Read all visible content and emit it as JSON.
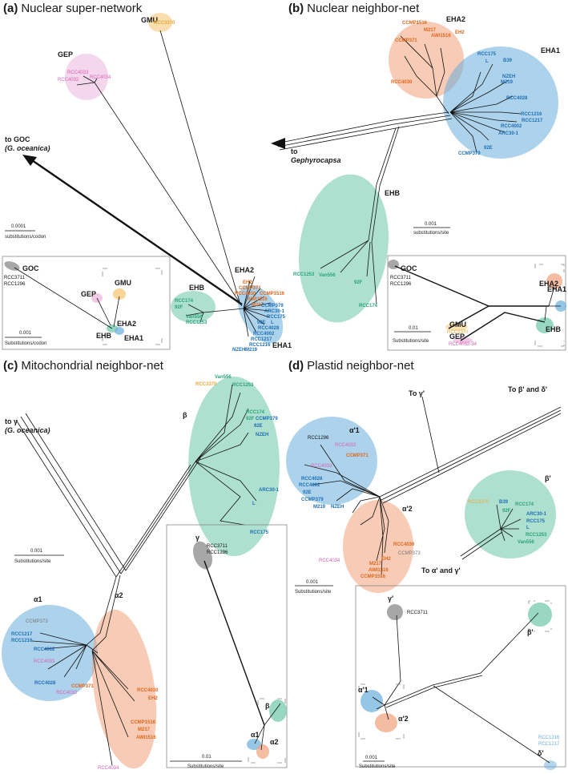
{
  "colors": {
    "ehb_green": "#6cc7a8",
    "eha1_blue": "#6aaedc",
    "eha2_orange": "#f0a07a",
    "gmu_yellow": "#f6c36a",
    "gep_pink": "#e8a6d6",
    "grey": "#a7a7a7",
    "blue_text": "#1e6fb5",
    "orange_text": "#e0661a",
    "green_text": "#2aa37c",
    "pink_text": "#d660b3",
    "yellow_text": "#e9a93a",
    "grey_text": "#777777"
  },
  "panel_a": {
    "letter": "(a)",
    "title": "Nuclear super-network",
    "gmu": "GMU",
    "gep": "GEP",
    "goc_to": "to GOC",
    "goc_species": "(G. oceanica)",
    "scale_val": "0.0001",
    "scale_unit": "substitutions/codon",
    "eha2": "EHA2",
    "ehb": "EHB",
    "eha1": "EHA1",
    "leaf_gmu": "RCC3370",
    "leaf_gep": [
      "RCC4033",
      "RCC4032",
      "RCC4034"
    ],
    "leaf_ehb": [
      "RCC174",
      "92F",
      "Van556",
      "RCC1253"
    ],
    "leaf_eha2": [
      "EH2",
      "CCMP371",
      "RCC4030",
      "CCMP1516",
      "AWI1516",
      "M217"
    ],
    "leaf_eha1": [
      "CCMP379",
      "ARC30-1",
      "RCC175",
      "92E",
      "L",
      "RCC4028",
      "RCC4002",
      "RCC1217",
      "RCC1216",
      "NZEH",
      "M219"
    ],
    "inset": {
      "goc": "GOC",
      "rcc3711": "RCC3711",
      "rcc1296": "RCC1296",
      "gep": "GEP",
      "gmu": "GMU",
      "eha2": "EHA2",
      "ehb": "EHB",
      "eha1": "EHA1",
      "scale_val": "0.001",
      "scale_unit": "Substitutions/codon"
    }
  },
  "panel_b": {
    "letter": "(b)",
    "title": "Nuclear neighbor-net",
    "eha2": "EHA2",
    "eha1": "EHA1",
    "ehb": "EHB",
    "to": "to",
    "to_species": "Gephyrocapsa",
    "scale_val": "0.001",
    "scale_unit": "substitutions/site",
    "leaf_eha2": [
      "CCMP1516",
      "M217",
      "CCMP371",
      "AWI1516",
      "EH2",
      "RCC4030"
    ],
    "leaf_eha1": [
      "RCC175",
      "L",
      "B39",
      "NZEH",
      "M219",
      "RCC4028",
      "RCC1216",
      "RCC1217",
      "RCC4002",
      "ARC30-1",
      "92E",
      "CCMP379"
    ],
    "leaf_ehb": [
      "RCC1253",
      "Van556",
      "92F",
      "RCC174"
    ],
    "inset": {
      "goc": "GOC",
      "rcc3711": "RCC3711",
      "rcc1296": "RCC1296",
      "gmu": "GMU",
      "rcc3370": "RCC3370",
      "gep": "GEP",
      "rcc4032_34": "RCC4032-34",
      "eha2": "EHA2",
      "eha1": "EHA1",
      "ehb": "EHB",
      "scale_val": "0.01",
      "scale_unit": "Substitutions/site"
    }
  },
  "panel_c": {
    "letter": "(c)",
    "title": "Mitochondrial neighbor-net",
    "to_gamma": "to γ",
    "goc_species": "(G. oceanica)",
    "beta": "β",
    "alpha1": "α1",
    "alpha2": "α2",
    "scale_val": "0.001",
    "scale_unit": "Substitutions/site",
    "leaf_beta": [
      "Van556",
      "RCC3370",
      "RCC1253",
      "RCC174",
      "92F",
      "CCMP379",
      "92E",
      "NZEH",
      "ARC30-1",
      "L",
      "RCC175"
    ],
    "leaf_alpha1": [
      "CCMP373",
      "RCC1217",
      "RCC1216",
      "RCC4002",
      "RCC4033",
      "RCC4028",
      "RCC4032",
      "CCMP371"
    ],
    "leaf_alpha2": [
      "RCC4030",
      "EH2",
      "CCMP1516",
      "M217",
      "AWI1516",
      "RCC4034"
    ],
    "inset": {
      "gamma": "γ",
      "rcc3711": "RCC3711",
      "rcc1296": "RCC1296",
      "beta": "β",
      "alpha1": "α1",
      "alpha2": "α2",
      "scale_val": "0.01",
      "scale_unit": "Substitutions/site"
    }
  },
  "panel_d": {
    "letter": "(d)",
    "title": "Plastid neighbor-net",
    "to_gamma": "To γ'",
    "to_beta_delta": "To β' and δ'",
    "to_alpha_gamma": "To α' and γ'",
    "alpha1": "α'1",
    "alpha2": "α'2",
    "beta": "β'",
    "scale_val": "0.001",
    "scale_unit": "Substitutions/site",
    "leaf_alpha1": [
      "RCC1296",
      "RCC4032",
      "CCMP371",
      "RCC4033",
      "RCC4028",
      "RCC4002",
      "92E",
      "CCMP379",
      "M219",
      "NZEH"
    ],
    "leaf_alpha2": [
      "RCC4030",
      "CCMP373",
      "RCC4034",
      "EH2",
      "M217",
      "AWI1516",
      "CCMP1516"
    ],
    "leaf_beta": [
      "RCC3370",
      "B39",
      "RCC174",
      "92F",
      "ARC30-1",
      "RCC175",
      "L",
      "RCC1253",
      "Van556"
    ],
    "inset": {
      "gamma": "γ'",
      "rcc3711": "RCC3711",
      "alpha1": "α'1",
      "alpha2": "α'2",
      "beta": "β'",
      "delta": "δ'",
      "rcc1216": "RCC1216",
      "rcc1217": "RCC1217",
      "scale_val": "0.001",
      "scale_unit": "Substitutions/site"
    }
  }
}
